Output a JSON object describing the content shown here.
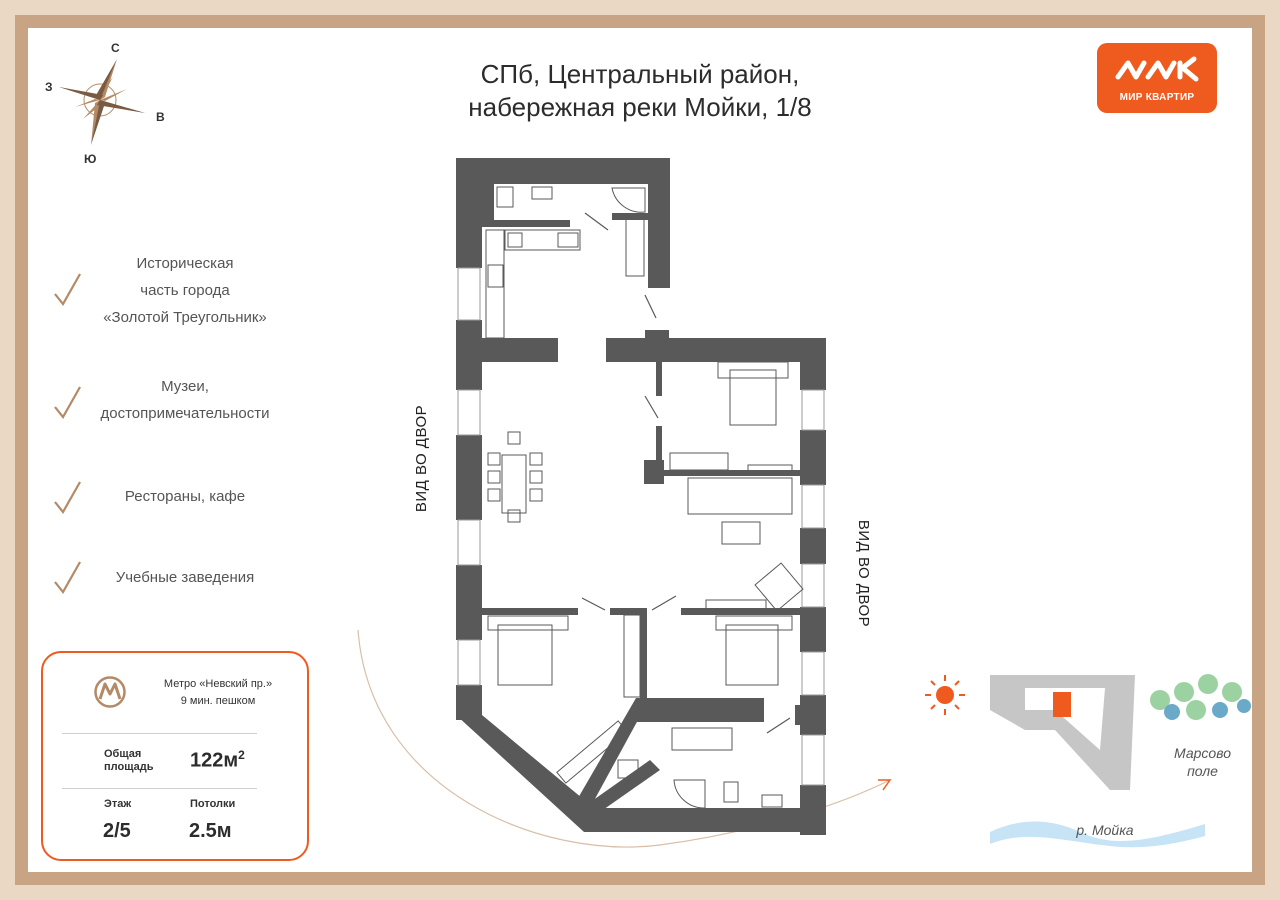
{
  "header": {
    "title_line1": "СПб, Центральный район,",
    "title_line2": "набережная реки Мойки, 1/8"
  },
  "logo": {
    "text": "МИР КВАРТИР"
  },
  "compass": {
    "north": "С",
    "west": "З",
    "east": "В",
    "south": "Ю"
  },
  "features": [
    {
      "line1": "Историческая",
      "line2": "часть города",
      "line3": "«Золотой Треугольник»"
    },
    {
      "line1": "Музеи,",
      "line2": "достопримечательности"
    },
    {
      "line1": "Рестораны, кафе"
    },
    {
      "line1": "Учебные заведения"
    }
  ],
  "card": {
    "metro_line1": "Метро «Невский пр.»",
    "metro_line2": "9 мин. пешком",
    "area_label1": "Общая",
    "area_label2": "площадь",
    "area_value": "122м",
    "area_sup": "2",
    "floor_label": "Этаж",
    "floor_value": "2/5",
    "ceiling_label": "Потолки",
    "ceiling_value": "2.5м"
  },
  "plan": {
    "view_left": "ВИД ВО ДВОР",
    "view_right": "ВИД ВО ДВОР"
  },
  "map": {
    "park_line1": "Марсово",
    "park_line2": "поле",
    "river": "р. Мойка"
  },
  "colors": {
    "accent": "#ef5a1f",
    "frame": "#c9a484",
    "wall": "#595959",
    "check": "#b48a66"
  }
}
